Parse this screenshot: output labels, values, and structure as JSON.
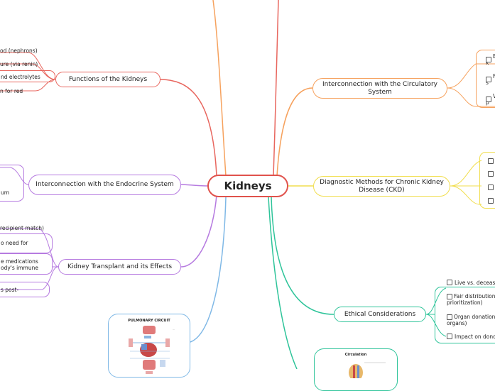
{
  "central": {
    "label": "Kidneys"
  },
  "branches": {
    "functions": {
      "label": "Functions of the Kidneys",
      "color": "#e8665e",
      "items": [
        "od (nephrons)",
        "ure (via renin)",
        "nd electrolytes",
        "n for red"
      ]
    },
    "endocrine": {
      "label": "Interconnection with the Endocrine System",
      "color": "#b67be0",
      "items": [
        "um"
      ]
    },
    "transplant": {
      "label": "Kidney Transplant and its Effects",
      "color": "#b67be0",
      "items": [
        "recipient match)",
        "o need for",
        "e medications\nody's immune",
        "s post-"
      ]
    },
    "circulatory": {
      "label": "Interconnection with the Circulatory System",
      "color": "#f6a25e",
      "items": [
        "E\nk",
        "F\ns",
        "V\np"
      ]
    },
    "diagnostic": {
      "label": "Diagnostic Methods for Chronic Kidney Disease (CKD)",
      "color": "#f1de4e",
      "items": [
        "",
        "",
        "",
        ""
      ]
    },
    "ethical": {
      "label": "Ethical Considerations",
      "color": "#2fc49a",
      "items": [
        "Live vs. deceased",
        "Fair distribution a\nprioritization)",
        "Organ donation a\norgans)",
        "Impact on donor"
      ]
    }
  },
  "images": {
    "pulmonary": {
      "title": "PULMONARY CIRCUIT",
      "color": "#7fb8e6"
    },
    "circulation": {
      "title": "Circulation",
      "color": "#2fc49a"
    }
  }
}
